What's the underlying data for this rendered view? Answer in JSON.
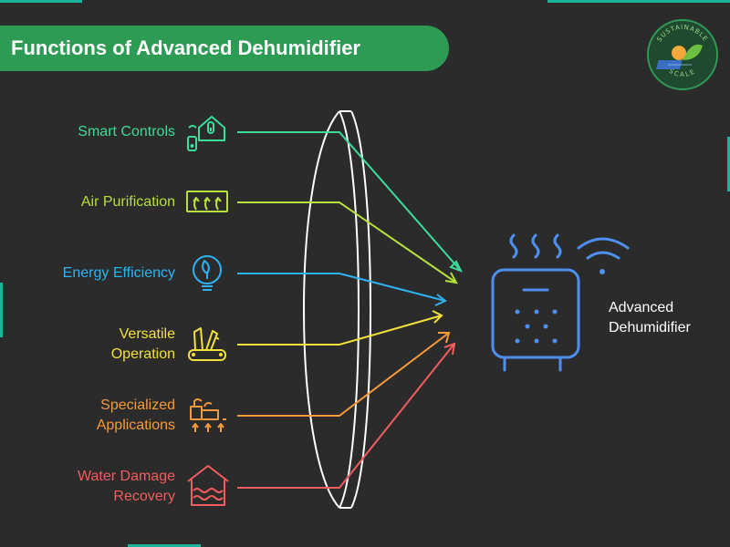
{
  "title": "Functions of Advanced Dehumidifier",
  "logo": {
    "top_text": "SUSTAINABLE",
    "bottom_text": "SCALE",
    "icon": "leaf-solar-logo"
  },
  "functions": [
    {
      "label_lines": [
        "Smart Controls"
      ],
      "icon": "smart-home-thermostat-icon",
      "color": "#3ddc9a"
    },
    {
      "label_lines": [
        "Air Purification"
      ],
      "icon": "air-vent-icon",
      "color": "#b6e03c"
    },
    {
      "label_lines": [
        "Energy Efficiency"
      ],
      "icon": "eco-bulb-icon",
      "color": "#2db3f0"
    },
    {
      "label_lines": [
        "Versatile",
        "Operation"
      ],
      "icon": "multitool-icon",
      "color": "#f2e13a"
    },
    {
      "label_lines": [
        "Specialized",
        "Applications"
      ],
      "icon": "factory-icon",
      "color": "#f59a3a"
    },
    {
      "label_lines": [
        "Water Damage",
        "Recovery"
      ],
      "icon": "flooded-house-icon",
      "color": "#f25d5d"
    }
  ],
  "device": {
    "label_lines": [
      "Advanced",
      "Dehumidifier"
    ],
    "icon": "dehumidifier-icon",
    "wifi_icon": "wifi-icon",
    "color": "#4f8ff0"
  },
  "colors": {
    "background": "#2b2b2b",
    "title_bg": "#2e9b55",
    "accent_frame": "#18b79a",
    "lens": "#ffffff"
  }
}
